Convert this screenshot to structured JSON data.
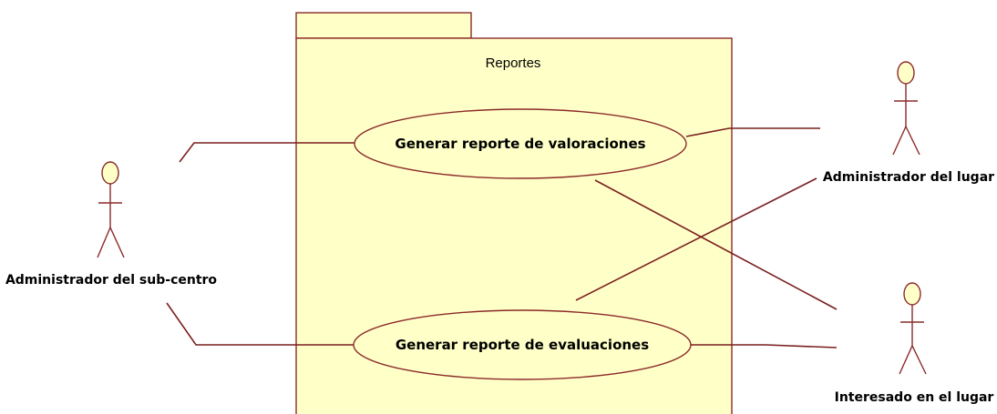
{
  "package": {
    "name": "Reportes"
  },
  "use_cases": [
    {
      "label": "Generar reporte de valoraciones"
    },
    {
      "label": "Generar reporte de evaluaciones"
    }
  ],
  "actors": [
    {
      "label": "Administrador del sub-centro"
    },
    {
      "label": "Administrador del lugar"
    },
    {
      "label": "Interesado en el lugar"
    }
  ],
  "colors": {
    "fill": "#ffffc8",
    "stroke": "#8b2a2a",
    "association": "#7a1f1f"
  }
}
